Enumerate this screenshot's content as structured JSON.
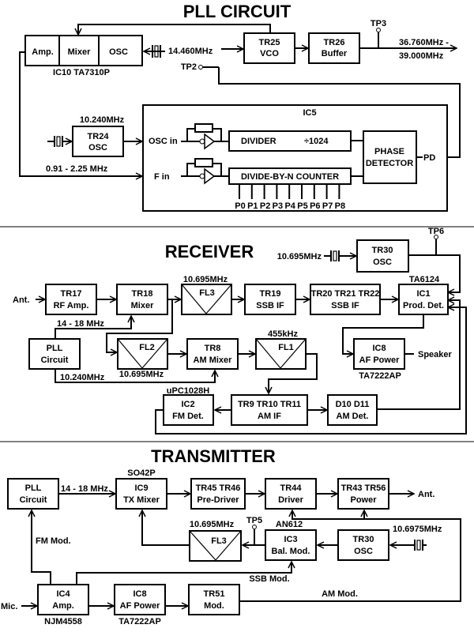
{
  "sections": {
    "pll": {
      "title": "PLL CIRCUIT",
      "ic10_blocks": [
        "Amp.",
        "Mixer",
        "OSC"
      ],
      "ic10_label": "IC10  TA7310P",
      "crystal_freq": "14.460MHz",
      "tp2": "TP2",
      "tp3": "TP3",
      "tr25": [
        "TR25",
        "VCO"
      ],
      "tr26": [
        "TR26",
        "Buffer"
      ],
      "output_freq": [
        "36.760MHz -",
        "39.000MHz"
      ],
      "ic5_label": "IC5",
      "tr24_freq": "10.240MHz",
      "tr24": [
        "TR24",
        "OSC"
      ],
      "if_range": "0.91 - 2.25 MHz",
      "osc_in": "OSC in",
      "f_in": "F in",
      "divider": "DIVIDER",
      "divider_ratio": "÷1024",
      "counter": "DIVIDE-BY-N COUNTER",
      "phase_detector": [
        "PHASE",
        "DETECTOR"
      ],
      "pd": "PD",
      "pins": [
        "P0",
        "P1",
        "P2",
        "P3",
        "P4",
        "P5",
        "P6",
        "P7",
        "P8"
      ]
    },
    "receiver": {
      "title": "RECEIVER",
      "ant": "Ant.",
      "tr17": [
        "TR17",
        "RF Amp."
      ],
      "tr18": [
        "TR18",
        "Mixer"
      ],
      "fl3_freq": "10.695MHz",
      "fl3": "FL3",
      "tr19": [
        "TR19",
        "SSB IF"
      ],
      "tr20_22": [
        "TR20 TR21 TR22",
        "SSB IF"
      ],
      "ic1_chip": "TA6124",
      "ic1": [
        "IC1",
        "Prod. Det."
      ],
      "osc_freq": "10.695MHz",
      "tr30": [
        "TR30",
        "OSC"
      ],
      "tp6": "TP6",
      "lo_range": "14 - 18 MHz",
      "pll": [
        "PLL",
        "Circuit"
      ],
      "fl2": "FL2",
      "fl2_freq": "10.695MHz",
      "pll_ref": "10.240MHz",
      "tr8": [
        "TR8",
        "AM Mixer"
      ],
      "fl1_freq": "455kHz",
      "fl1": "FL1",
      "ic8": [
        "IC8",
        "AF Power"
      ],
      "ic8_chip": "TA7222AP",
      "speaker": "Speaker",
      "ic2_chip": "uPC1028H",
      "ic2": [
        "IC2",
        "FM Det."
      ],
      "tr9_11": [
        "TR9 TR10 TR11",
        "AM IF"
      ],
      "d10_11": [
        "D10 D11",
        "AM Det."
      ]
    },
    "transmitter": {
      "title": "TRANSMITTER",
      "pll": [
        "PLL",
        "Circuit"
      ],
      "lo_range": "14 - 18 MHz",
      "ic9_chip": "SO42P",
      "ic9": [
        "IC9",
        "TX Mixer"
      ],
      "tr45_46": [
        "TR45 TR46",
        "Pre-Driver"
      ],
      "tr44": [
        "TR44",
        "Driver"
      ],
      "tr43_56": [
        "TR43 TR56",
        "Power"
      ],
      "ant": "Ant.",
      "fl3_freq": "10.695MHz",
      "fl3": "FL3",
      "tp5": "TP5",
      "ic3_chip": "AN612",
      "ic3": [
        "IC3",
        "Bal. Mod."
      ],
      "tr30": [
        "TR30",
        "OSC"
      ],
      "osc_freq": "10.6975MHz",
      "fm_mod": "FM Mod.",
      "ssb_mod": "SSB Mod.",
      "am_mod": "AM Mod.",
      "mic": "Mic.",
      "ic4": [
        "IC4",
        "Amp."
      ],
      "ic4_chip": "NJM4558",
      "ic8": [
        "IC8",
        "AF Power"
      ],
      "ic8_chip": "TA7222AP",
      "tr51": [
        "TR51",
        "Mod."
      ]
    }
  }
}
